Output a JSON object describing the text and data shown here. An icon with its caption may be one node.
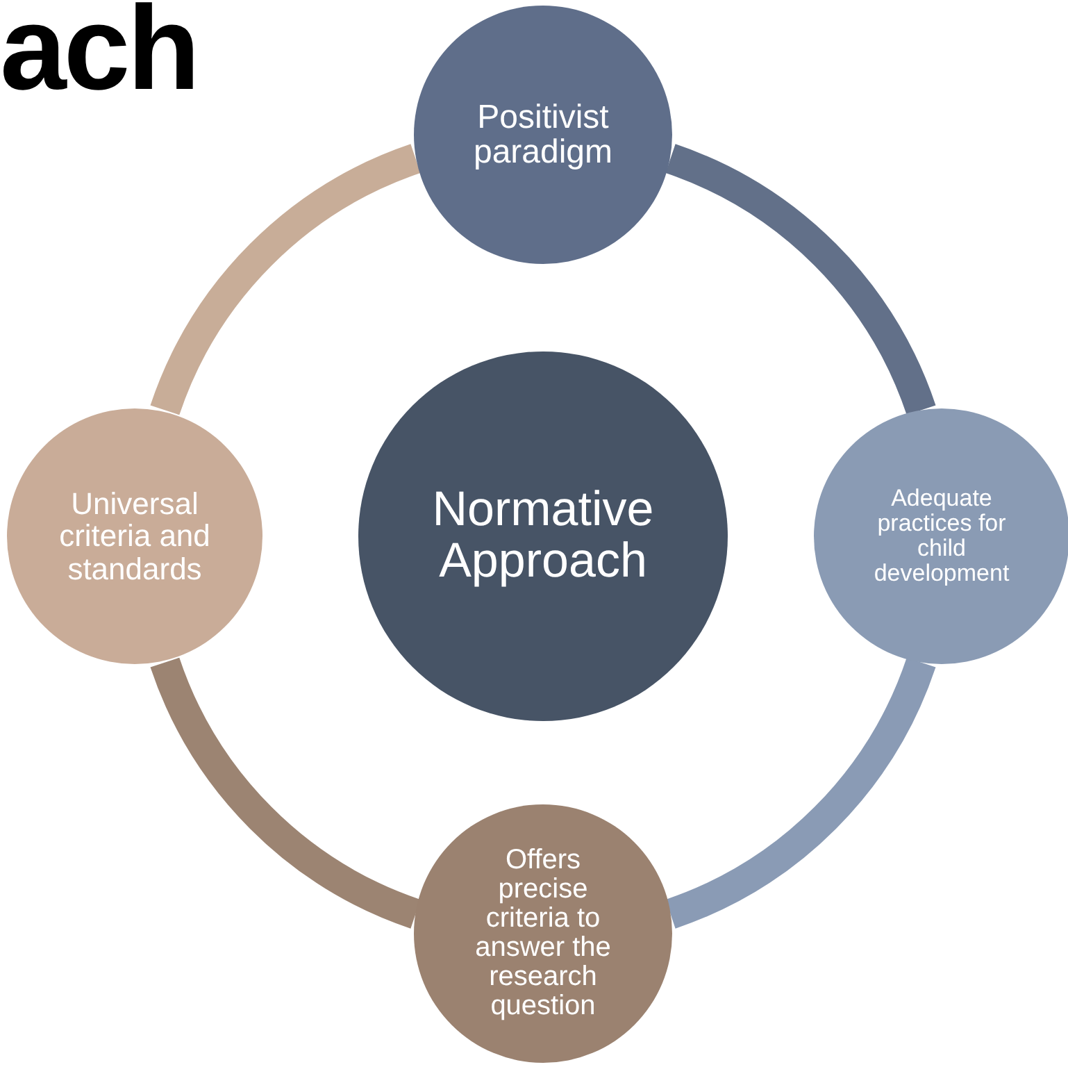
{
  "diagram": {
    "title": "ach",
    "nodes": [
      {
        "text": [
          "Positivist paradigm"
        ]
      },
      {
        "text": [
          "Universal criteria and standards"
        ]
      },
      {
        "text": [
          "Normative Approach"
        ]
      },
      {
        "text": [
          "Adequate practices for child development"
        ]
      },
      {
        "text": [
          "Offers precise criteria to answer the research question"
        ]
      }
    ],
    "edges": [
      {
        "from": 0,
        "to": 3,
        "arrow": "none",
        "color": "#627089"
      },
      {
        "from": 3,
        "to": 4,
        "arrow": "none",
        "color": "#8a9bb5"
      },
      {
        "from": 4,
        "to": 1,
        "arrow": "none",
        "color": "#9c8472"
      },
      {
        "from": 1,
        "to": 0,
        "arrow": "none",
        "color": "#c8ad98"
      }
    ]
  }
}
